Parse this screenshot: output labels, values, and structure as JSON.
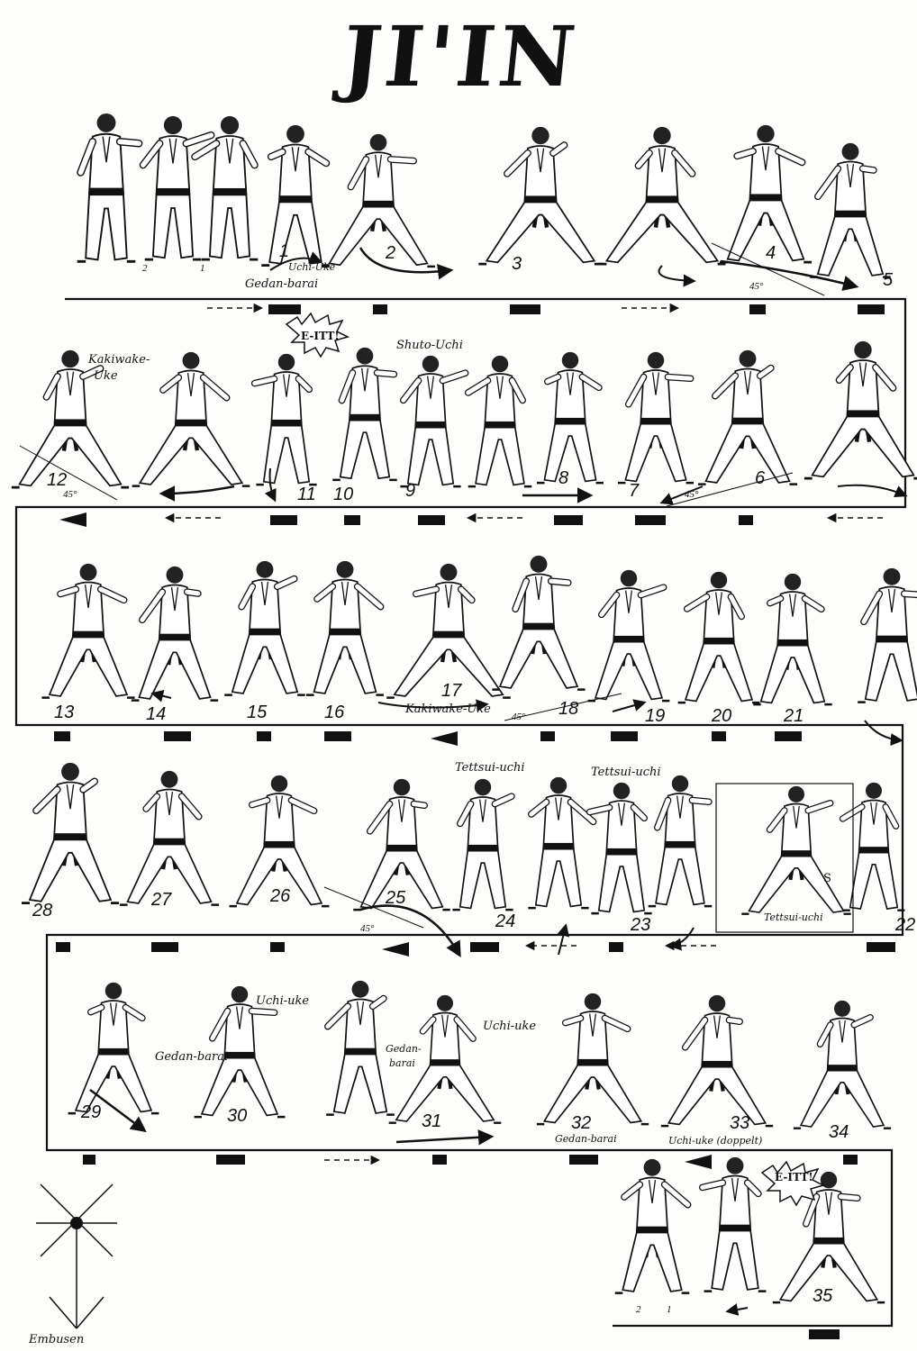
{
  "title": "JI'IN",
  "ground": {
    "label": "Embusen"
  },
  "techniques": {
    "gedan_barai_1": "Gedan-barai",
    "uchi_uke_1": "Uchi-Uke",
    "kakiwake_1a": "Kakiwake-",
    "kakiwake_1b": "Uke",
    "shuto_uchi": "Shuto-Uchi",
    "kiai_1": "E-ITT!",
    "kakiwake_uke_2": "Kakiwake-Uke",
    "tettsui_1": "Tettsui-uchi",
    "tettsui_2": "Tettsui-uchi",
    "tettsui_3": "Tettsui-uchi",
    "uchi_uke_2": "Uchi-uke",
    "gedan_barai_2": "Gedan-barai",
    "gedan_barai_3a": "Gedan-",
    "gedan_barai_3b": "barai",
    "uchi_uke_3": "Uchi-uke",
    "gedan_barai_4": "Gedan-barai",
    "uchi_uke_doppelt": "Uchi-uke (doppelt)",
    "kiai_2": "E-ITT!",
    "side": "S"
  },
  "angles": {
    "a45": "45°"
  },
  "foot_marks": {
    "one": "1",
    "two": "2"
  },
  "moves": {
    "n1": "1",
    "n2": "2",
    "n3": "3",
    "n4": "4",
    "n5": "5",
    "n6": "6",
    "n7": "7",
    "n8": "8",
    "n9": "9",
    "n10": "10",
    "n11": "11",
    "n12": "12",
    "n13": "13",
    "n14": "14",
    "n15": "15",
    "n16": "16",
    "n17": "17",
    "n18": "18",
    "n19": "19",
    "n20": "20",
    "n21": "21",
    "n22": "22",
    "n23": "23",
    "n24": "24",
    "n25": "25",
    "n26": "26",
    "n27": "27",
    "n28": "28",
    "n29": "29",
    "n30": "30",
    "n31": "31",
    "n32": "32",
    "n33": "33",
    "n34": "34",
    "n35": "35"
  }
}
